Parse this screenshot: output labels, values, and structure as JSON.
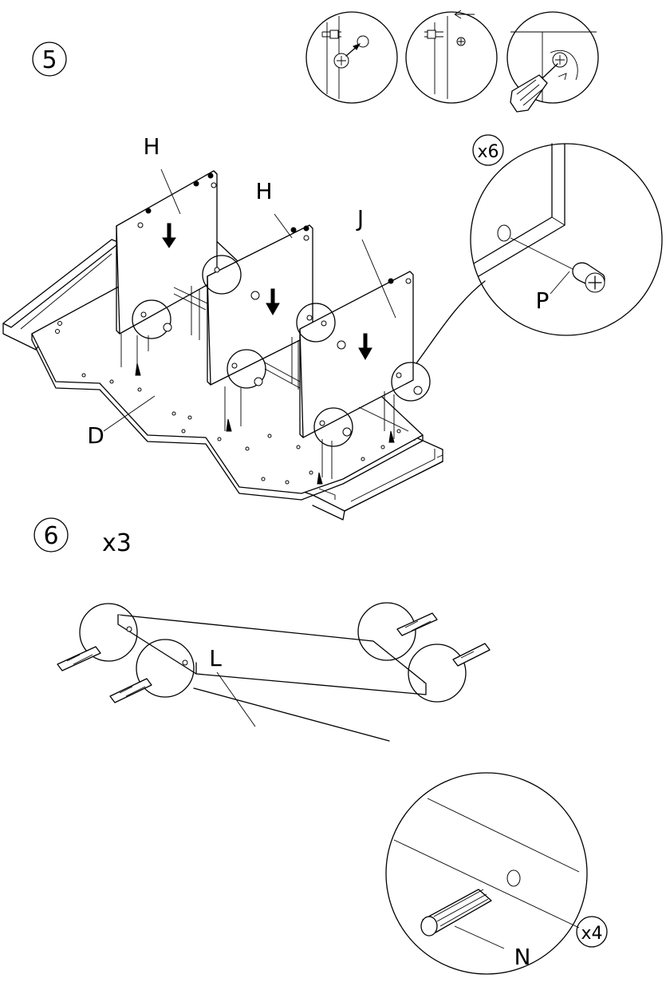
{
  "steps": {
    "step5": {
      "number": "5"
    },
    "step6": {
      "number": "6",
      "multiplier": "x3"
    }
  },
  "parts": {
    "H1": "H",
    "H2": "H",
    "J": "J",
    "D": "D",
    "P": "P",
    "L": "L",
    "N": "N"
  },
  "callouts": {
    "cam_qty": "x6",
    "dowel_qty": "x4"
  }
}
